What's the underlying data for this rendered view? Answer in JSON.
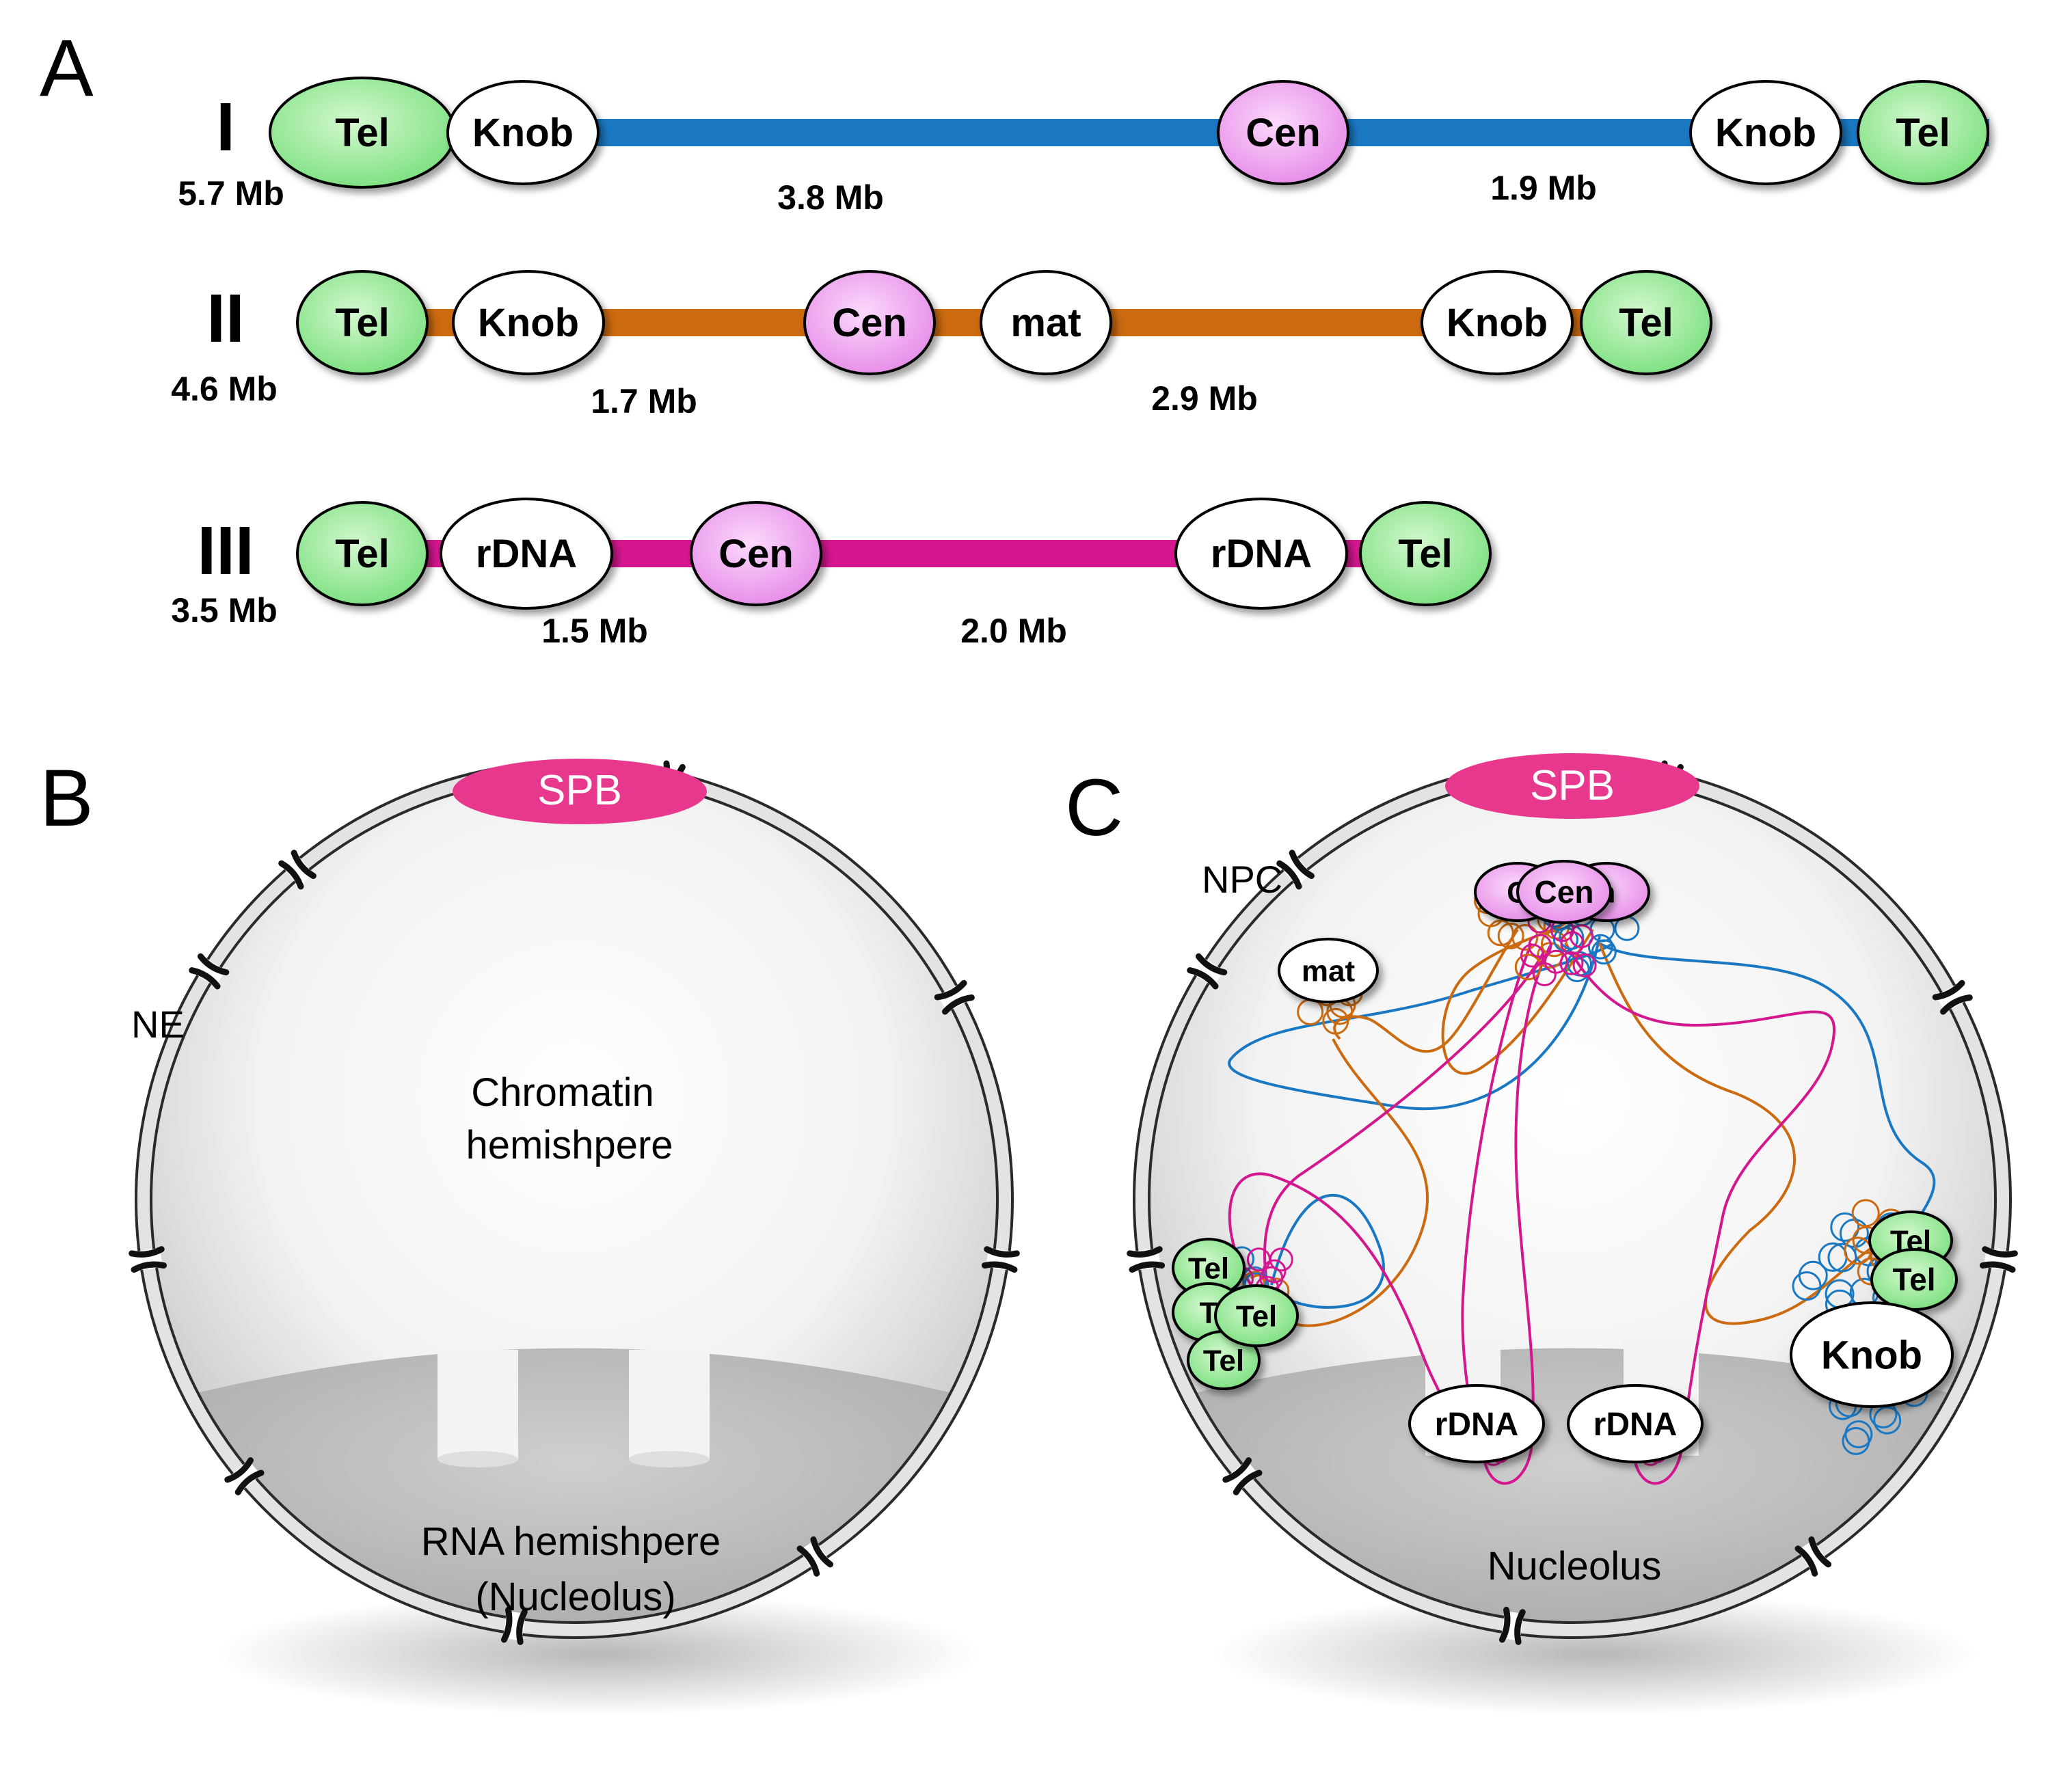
{
  "panels": {
    "a": {
      "letter": "A"
    },
    "b": {
      "letter": "B"
    },
    "c": {
      "letter": "C"
    }
  },
  "colors": {
    "chr1": "#1a78c2",
    "chr2": "#cc6a10",
    "chr3": "#d4168f",
    "telomere": "#88e889",
    "centromere": "#ee88ee",
    "spb": "#e8388e",
    "ring": "#e3e3e3",
    "nucleolus": "#b4b4b4"
  },
  "chromosomes": [
    {
      "numeral": "I",
      "total": "5.7 Mb",
      "color_key": "chr1",
      "features": [
        "Tel",
        "Knob",
        "Cen",
        "Knob",
        "Tel"
      ],
      "arms": [
        "3.8 Mb",
        "1.9 Mb"
      ]
    },
    {
      "numeral": "II",
      "total": "4.6 Mb",
      "color_key": "chr2",
      "features": [
        "Tel",
        "Knob",
        "Cen",
        "mat",
        "Knob",
        "Tel"
      ],
      "arms": [
        "1.7 Mb",
        "2.9 Mb"
      ]
    },
    {
      "numeral": "III",
      "total": "3.5 Mb",
      "color_key": "chr3",
      "features": [
        "Tel",
        "rDNA",
        "Cen",
        "rDNA",
        "Tel"
      ],
      "arms": [
        "1.5 Mb",
        "2.0 Mb"
      ]
    }
  ],
  "panel_b": {
    "spb": "SPB",
    "ne": "NE",
    "chromatin": [
      "Chromatin",
      "hemishpere"
    ],
    "rna": [
      "RNA hemishpere",
      "(Nucleolus)"
    ]
  },
  "panel_c": {
    "spb": "SPB",
    "npc": "NPC",
    "cen_left": "C",
    "cen_center": "Cen",
    "cen_right": "n",
    "mat": "mat",
    "tel_left": [
      "Tel",
      "T",
      "Tel",
      "Tel"
    ],
    "tel_right": [
      "Tel",
      "Tel"
    ],
    "knob": "Knob",
    "rdna": [
      "rDNA",
      "rDNA"
    ],
    "nucleolus": "Nucleolus"
  }
}
